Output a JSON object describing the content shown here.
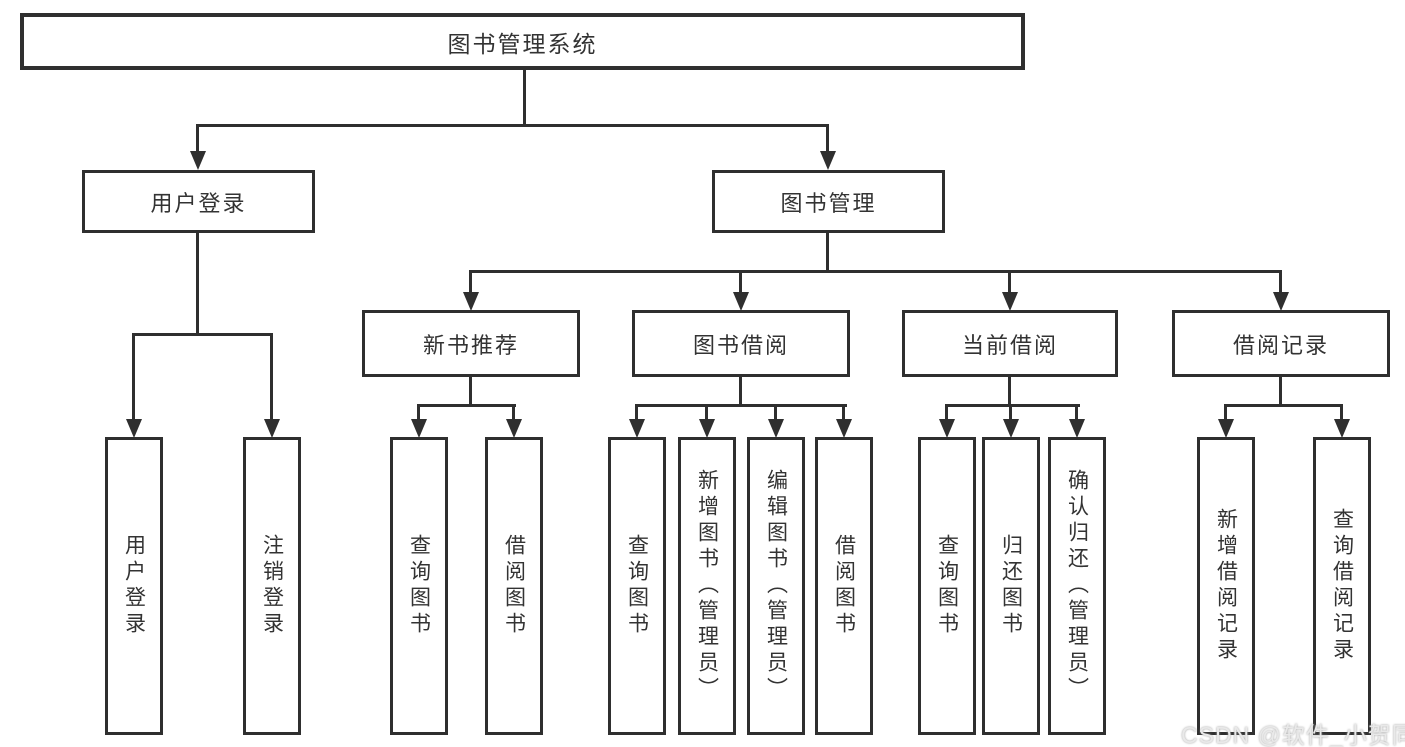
{
  "title": "图书管理系统",
  "tree": {
    "label": "图书管理系统",
    "children": [
      {
        "label": "用户登录",
        "children": [
          {
            "label": "用户登录"
          },
          {
            "label": "注销登录"
          }
        ]
      },
      {
        "label": "图书管理",
        "children": [
          {
            "label": "新书推荐",
            "children": [
              {
                "label": "查询图书"
              },
              {
                "label": "借阅图书"
              }
            ]
          },
          {
            "label": "图书借阅",
            "children": [
              {
                "label": "查询图书"
              },
              {
                "label": "新增图书（管理员）"
              },
              {
                "label": "编辑图书（管理员）"
              },
              {
                "label": "借阅图书"
              }
            ]
          },
          {
            "label": "当前借阅",
            "children": [
              {
                "label": "查询图书"
              },
              {
                "label": "归还图书"
              },
              {
                "label": "确认归还（管理员）"
              }
            ]
          },
          {
            "label": "借阅记录",
            "children": [
              {
                "label": "新增借阅记录"
              },
              {
                "label": "查询借阅记录"
              }
            ]
          }
        ]
      }
    ]
  },
  "watermark": {
    "text": "CSDN @软件_小贺同学"
  },
  "colors": {
    "line": "#2f2f2f",
    "text": "#333333",
    "box-bg": "#ffffff",
    "page-bg": "#ffffff",
    "watermark": "#e9e9e9"
  }
}
